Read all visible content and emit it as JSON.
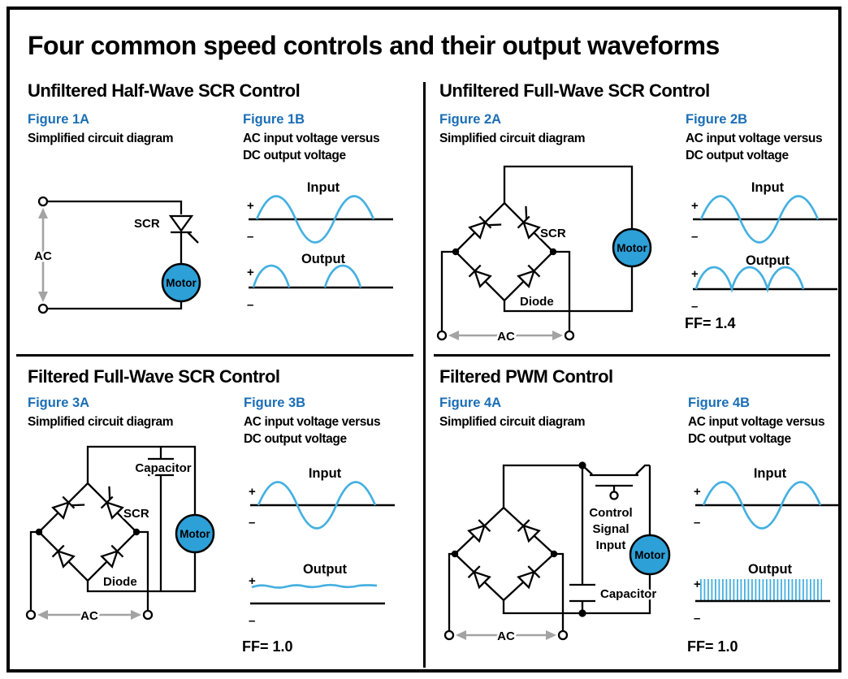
{
  "title": "Four common speed controls and their output waveforms",
  "palette": {
    "figure_label_blue": "#1b6eb5",
    "waveform_blue": "#45b0e0",
    "motor_fill": "#2da0d8",
    "arrow_gray": "#a3a3a3",
    "ink": "#000000",
    "background": "#ffffff"
  },
  "sections": [
    {
      "heading": "Unfiltered Half-Wave SCR Control",
      "circuit_figure": {
        "label": "Figure 1A",
        "caption": "Simplified circuit diagram"
      },
      "waveform_figure": {
        "label": "Figure 1B",
        "caption_lines": [
          "AC input voltage versus",
          "DC output voltage"
        ]
      },
      "circuit_labels": {
        "source": "AC",
        "scr": "SCR",
        "motor": "Motor"
      },
      "waveforms": {
        "input_title": "Input",
        "output_title": "Output",
        "plus": "+",
        "minus": "–",
        "input_type": "sine",
        "output_type": "half-wave rectified"
      },
      "form_factor": null
    },
    {
      "heading": "Unfiltered Full-Wave SCR Control",
      "circuit_figure": {
        "label": "Figure 2A",
        "caption": "Simplified circuit diagram"
      },
      "waveform_figure": {
        "label": "Figure 2B",
        "caption_lines": [
          "AC input voltage versus",
          "DC output voltage"
        ]
      },
      "circuit_labels": {
        "source": "AC",
        "scr": "SCR",
        "diode": "Diode",
        "motor": "Motor"
      },
      "waveforms": {
        "input_title": "Input",
        "output_title": "Output",
        "plus": "+",
        "minus": "–",
        "input_type": "sine",
        "output_type": "full-wave rectified"
      },
      "form_factor": "FF= 1.4"
    },
    {
      "heading": "Filtered Full-Wave SCR Control",
      "circuit_figure": {
        "label": "Figure 3A",
        "caption": "Simplified circuit diagram"
      },
      "waveform_figure": {
        "label": "Figure 3B",
        "caption_lines": [
          "AC input voltage versus",
          "DC output voltage"
        ]
      },
      "circuit_labels": {
        "source": "AC",
        "scr": "SCR",
        "diode": "Diode",
        "motor": "Motor",
        "capacitor": "Capacitor"
      },
      "waveforms": {
        "input_title": "Input",
        "output_title": "Output",
        "plus": "+",
        "minus": "–",
        "input_type": "sine",
        "output_type": "filtered dc with ripple"
      },
      "form_factor": "FF= 1.0"
    },
    {
      "heading": "Filtered PWM Control",
      "circuit_figure": {
        "label": "Figure 4A",
        "caption": "Simplified circuit diagram"
      },
      "waveform_figure": {
        "label": "Figure 4B",
        "caption_lines": [
          "AC input voltage versus",
          "DC output voltage"
        ]
      },
      "circuit_labels": {
        "source": "AC",
        "motor": "Motor",
        "capacitor": "Capacitor",
        "control_lines": [
          "Control",
          "Signal",
          "Input"
        ]
      },
      "waveforms": {
        "input_title": "Input",
        "output_title": "Output",
        "plus": "+",
        "minus": "–",
        "input_type": "sine",
        "output_type": "pwm pulse train"
      },
      "form_factor": "FF= 1.0"
    }
  ]
}
